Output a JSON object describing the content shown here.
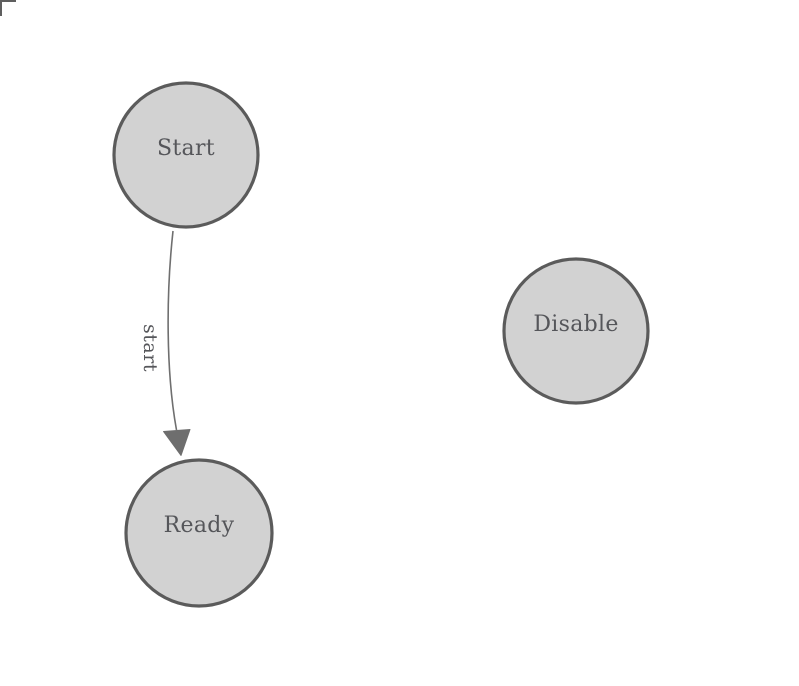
{
  "diagram": {
    "type": "state-machine",
    "states": [
      {
        "label": "Start"
      },
      {
        "label": "Ready"
      },
      {
        "label": "Disable"
      }
    ],
    "transitions": [
      {
        "label": "start",
        "from": "Start",
        "to": "Ready"
      }
    ],
    "colors": {
      "background": "#ffffff",
      "state_fill": "#d2d2d2",
      "state_stroke": "#5b5b5b",
      "state_text": "#55565a",
      "edge_stroke": "#6f6f6f",
      "arrowhead_fill": "#6e6e6e",
      "corner_mark": "#5f5f5f"
    }
  }
}
